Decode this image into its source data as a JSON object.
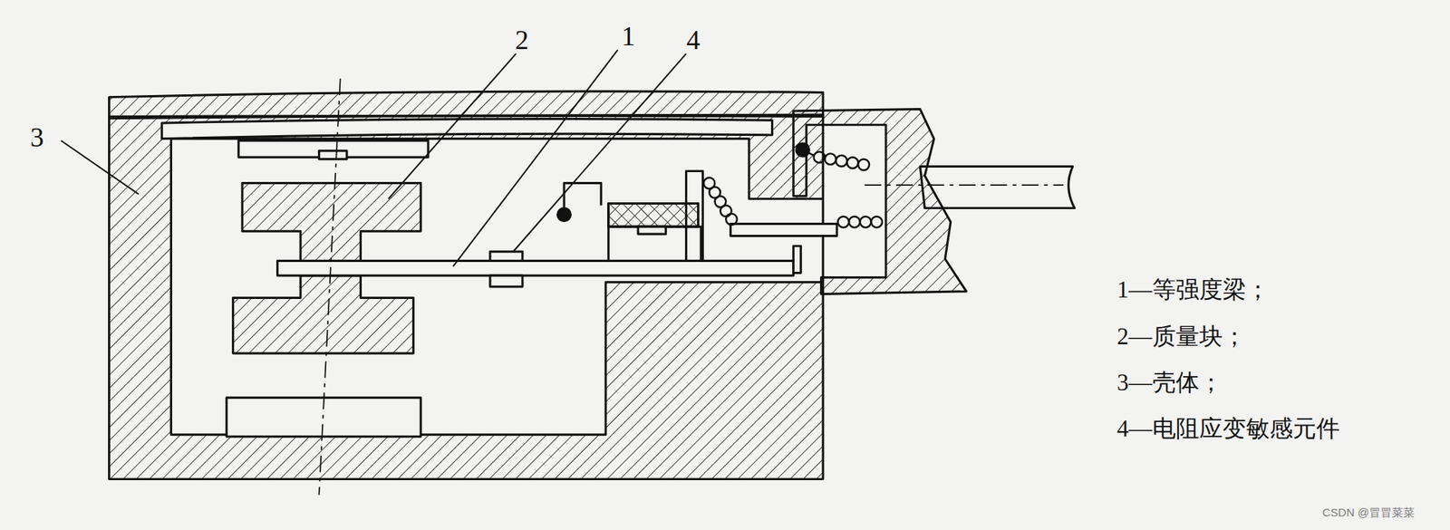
{
  "diagram": {
    "labels": [
      "2",
      "1",
      "4",
      "3",
      "1—等强度梁；",
      "2—质量块；",
      "3—壳体；",
      "4—电阻应变敏感元件",
      "CSDN @冒冒菜菜"
    ]
  }
}
